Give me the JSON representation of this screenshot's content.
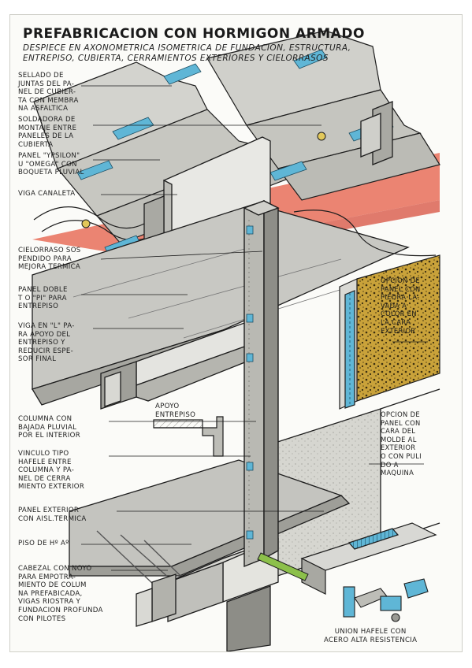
{
  "title": "PREFABRICACION CON HORMIGON ARMADO",
  "subtitle_line1": "DESPIECE EN AXONOMETRICA ISOMETRICA DE FUNDACION, ESTRUCTURA,",
  "subtitle_line2": "ENTREPISO, CUBIERTA, CERRAMIENTOS EXTERIORES Y CIELORRASOS",
  "labels": {
    "sellado": "SELLADO DE\nJUNTAS DEL PA-\nNEL DE CUBIER-\nTA CON MEMBRA\nNA ASFALTICA",
    "soldadora": "SOLDADORA DE\nMONTAJE ENTRE\nPANELES DE LA\nCUBIERTA",
    "panel_ypsilon": "PANEL \"YPSILON\"\nU \"OMEGA\" CON\nBOQUETA PLUVIAL",
    "viga_canaleta": "VIGA CANALETA",
    "cielorraso": "CIELORRASO SOS\nPENDIDO PARA\nMEJORA TERMICA",
    "panel_doble_t": "PANEL DOBLE\nT O \"PI\" PARA\nENTREPISO",
    "viga_l": "VIGA EN \"L\" PA-\nRA APOYO DEL\nENTREPISO Y\nREDUCIR ESPE-\nSOR FINAL",
    "apoyo_entrepiso": "APOYO\nENTREPISO",
    "columna": "COLUMNA CON\nBAJADA PLUVIAL\nPOR EL INTERIOR",
    "vinculo": "VINCULO TIPO\nHAFELE ENTRE\nCOLUMNA Y PA-\nNEL DE CERRA\nMIENTO EXTERIOR",
    "panel_exterior": "PANEL EXTERIOR\nCON AISL.TERMICA",
    "piso": "PISO DE Hº Aº",
    "cabezal": "CABEZAL CON NOYO\nPARA EMPOTRA-\nMIENTO DE COLUM\nNA PREFABICADA,\nVIGAS RIOSTRA Y\nFUNDACION PROFUNDA\nCON PILOTES",
    "opcion_piedra": "OPCION DE\nPANEL CON\nPIEDRA LA-\nVADA A\nCOLOR EN\nLA CARA\nEXTERIOR",
    "opcion_molde": "OPCION DE\nPANEL CON\nCARA DEL\nMOLDE AL\nEXTERIOR\nO CON PULI\nDO A\nMAQUINA",
    "union_hafele": "UNION HAFELE CON\nACERO ALTA RESISTENCIA"
  },
  "colors": {
    "roof_red": "#e86e5a",
    "accent_blue": "#5fb6d6",
    "concrete_gray": "#bdbdb7",
    "ochre": "#c9a23a",
    "drain_green": "#8cc04a",
    "ink": "#1d1d1d"
  }
}
